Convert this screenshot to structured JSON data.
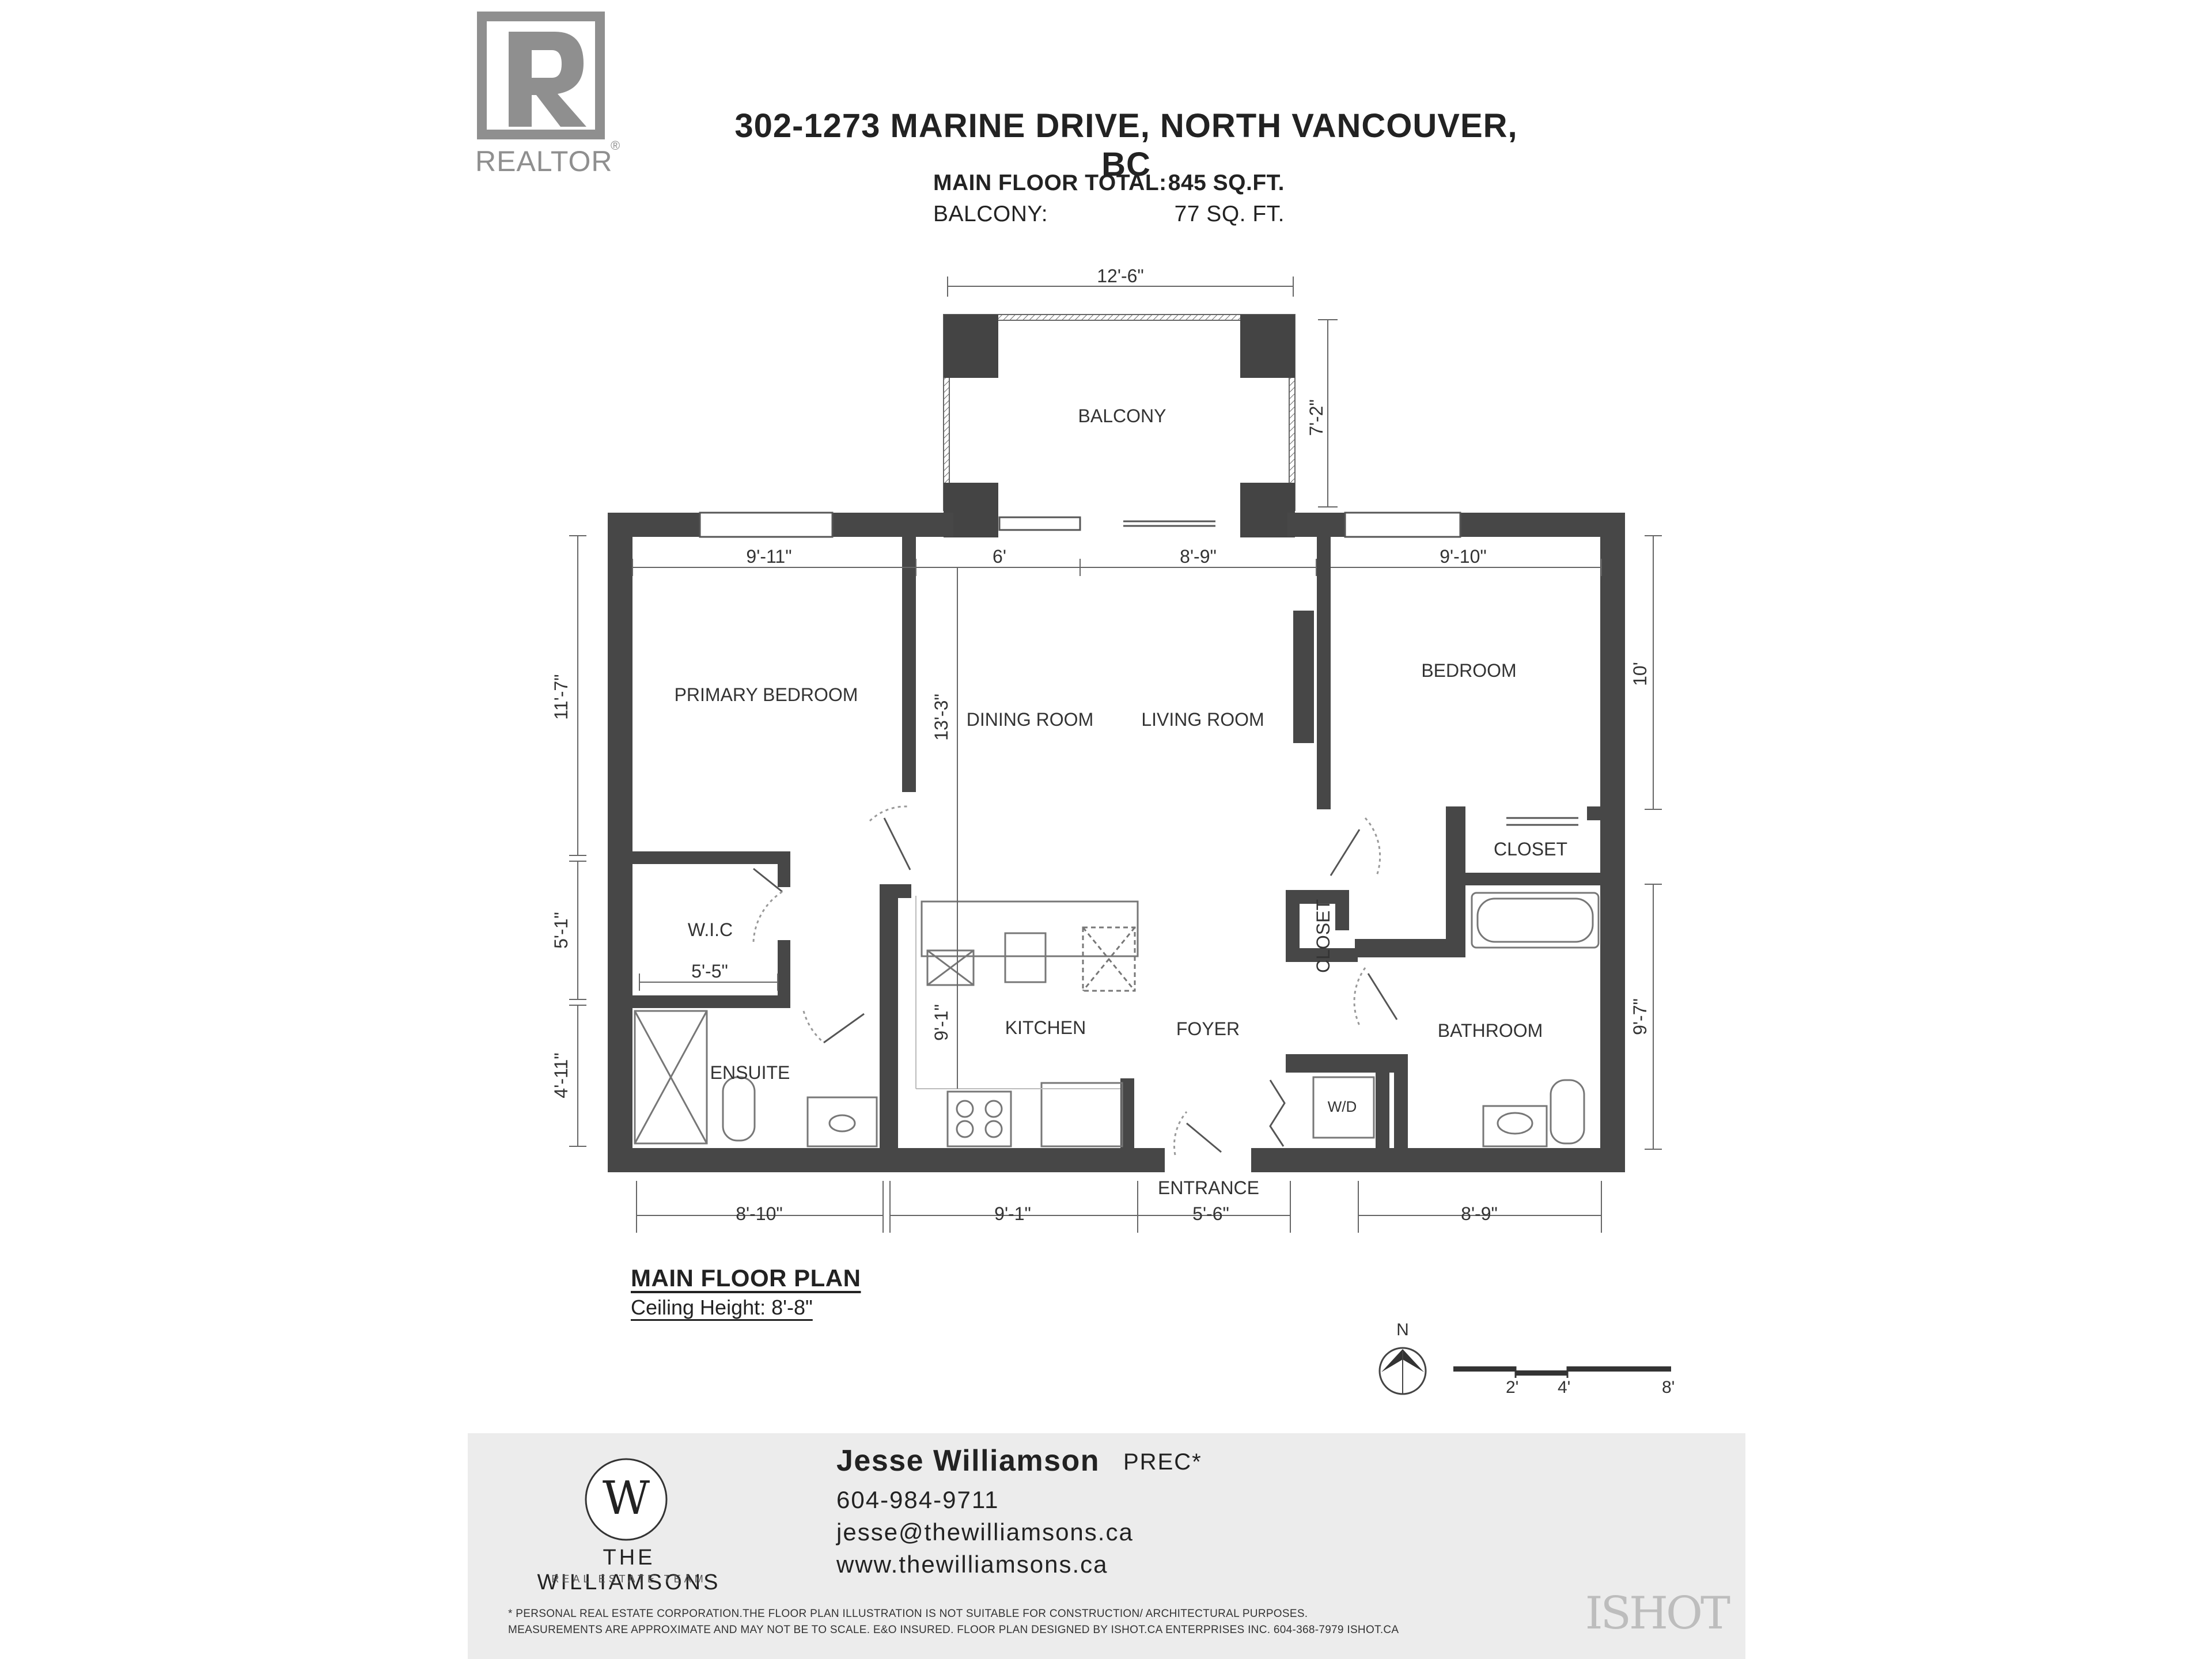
{
  "header": {
    "logo_text": "REALTOR",
    "logo_registered": "®",
    "title": "302-1273 MARINE DRIVE, NORTH VANCOUVER, BC",
    "areas": [
      {
        "label": "MAIN FLOOR TOTAL:",
        "value": "845 SQ.FT."
      },
      {
        "label": "BALCONY:",
        "value": "77 SQ. FT."
      }
    ]
  },
  "rooms": {
    "balcony": "BALCONY",
    "primary_bedroom": "PRIMARY BEDROOM",
    "dining_room": "DINING ROOM",
    "living_room": "LIVING ROOM",
    "bedroom": "BEDROOM",
    "closet_bedroom": "CLOSET",
    "closet_foyer": "CLOSET",
    "wic": "W.I.C",
    "kitchen": "KITCHEN",
    "foyer": "FOYER",
    "bathroom": "BATHROOM",
    "ensuite": "ENSUITE",
    "wd": "W/D",
    "entrance": "ENTRANCE"
  },
  "dimensions": {
    "balcony_width": "12'-6\"",
    "balcony_depth": "7'-2\"",
    "primary_width": "9'-11\"",
    "dining_width": "6'",
    "living_width": "8'-9\"",
    "bedroom_width": "9'-10\"",
    "primary_depth": "11'-7\"",
    "dining_depth": "13'-3\"",
    "bedroom_depth": "10'",
    "wic_depth": "5'-1\"",
    "wic_width": "5'-5\"",
    "ensuite_depth": "4'-11\"",
    "kitchen_depth": "9'-1\"",
    "bathroom_depth": "9'-7\"",
    "bottom_ensuite": "8'-10\"",
    "bottom_kitchen": "9'-1\"",
    "bottom_entrance": "5'-6\"",
    "bottom_bathroom": "8'-9\""
  },
  "caption": {
    "title": "MAIN FLOOR PLAN",
    "ceiling": "Ceiling Height: 8'-8\""
  },
  "compass": {
    "north": "N"
  },
  "scale_bar": {
    "labels": [
      "2'",
      "4'",
      "8'"
    ]
  },
  "footer": {
    "agent_name": "Jesse Williamson",
    "credential": "PREC*",
    "phone": "604-984-9711",
    "email": "jesse@thewilliamsons.ca",
    "website": "www.thewilliamsons.ca",
    "logo_letter": "W",
    "brand": "THE WILLIAMSONS",
    "tagline": "REAL ESTATE TEAM",
    "disclaimer_1": "* PERSONAL REAL ESTATE CORPORATION.THE FLOOR PLAN ILLUSTRATION IS NOT SUITABLE FOR CONSTRUCTION/ ARCHITECTURAL PURPOSES.",
    "disclaimer_2": "MEASUREMENTS ARE APPROXIMATE AND MAY NOT BE TO SCALE. E&O INSURED. FLOOR PLAN DESIGNED BY ISHOT.CA ENTERPRISES INC. 604-368-7979 ISHOT.CA",
    "designer_mark": "ISHOT"
  }
}
